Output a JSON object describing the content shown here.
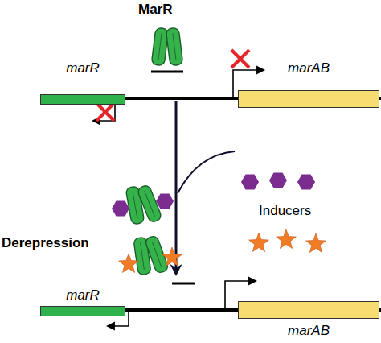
{
  "diagram": {
    "nodes": [
      {
        "text": [
          "marR"
        ]
      },
      {
        "text": [
          "marAB"
        ]
      },
      {
        "text": [
          "marR"
        ]
      },
      {
        "text": [
          "marAB"
        ]
      }
    ],
    "labels": [
      "MarR",
      "Inducers",
      "Derepression"
    ]
  }
}
